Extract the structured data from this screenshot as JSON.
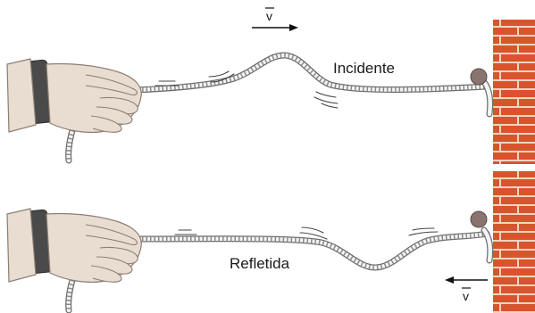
{
  "labels": {
    "incident": "Incidente",
    "reflected": "Refletida",
    "velocity_top": "v",
    "velocity_bottom": "v"
  },
  "colors": {
    "brick": "#d9542c",
    "mortar": "#f1d3c2",
    "skin": "#e9ddd2",
    "skin_outline": "#8c7d72",
    "cuff": "#4a4a4a",
    "rope_outline": "#6d6d6d",
    "rope_stripe": "#8a8a8a",
    "knob": "#8a7470",
    "arrow": "#111111"
  },
  "icons": {
    "hand": "hand-holding-rope-icon",
    "wall": "brick-wall-icon",
    "knot": "knot-icon"
  }
}
